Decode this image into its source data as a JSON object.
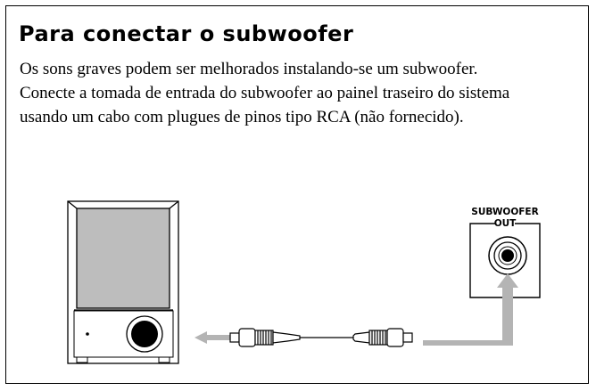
{
  "section": {
    "title": "Para conectar o subwoofer",
    "paragraphs": [
      "Os sons graves podem ser melhorados instalando-se um subwoofer.",
      "Conecte a tomada de entrada do subwoofer ao painel traseiro do sistema usando um cabo com plugues de pinos tipo RCA (não fornecido)."
    ]
  },
  "diagram": {
    "port_label_line1": "SUBWOOFER",
    "port_label_line2": "OUT",
    "colors": {
      "arrow": "#b4b4b4",
      "speaker_panel": "#bdbdbd",
      "line": "#000000"
    }
  }
}
